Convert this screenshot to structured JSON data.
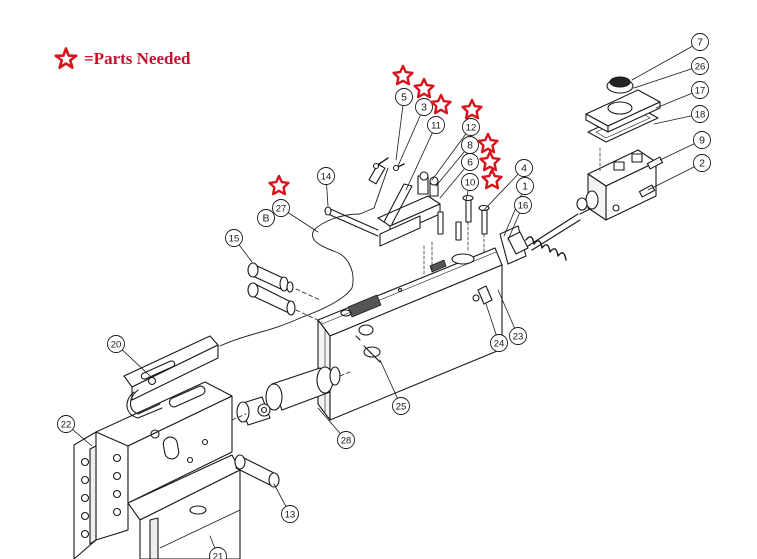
{
  "legend": {
    "label": "=Parts Needed"
  },
  "colors": {
    "accent": "#d7141c",
    "line": "#1a1a1a"
  },
  "callouts": [
    "1",
    "2",
    "3",
    "4",
    "5",
    "6",
    "7",
    "8",
    "9",
    "10",
    "11",
    "12",
    "13",
    "14",
    "15",
    "16",
    "17",
    "18",
    "20",
    "21",
    "22",
    "23",
    "24",
    "25",
    "26",
    "27",
    "28",
    "B"
  ],
  "stars": [
    {
      "part": "5"
    },
    {
      "part": "3"
    },
    {
      "part": "11"
    },
    {
      "part": "12"
    },
    {
      "part": "8"
    },
    {
      "part": "6"
    },
    {
      "part": "10"
    },
    {
      "part": "27"
    }
  ]
}
